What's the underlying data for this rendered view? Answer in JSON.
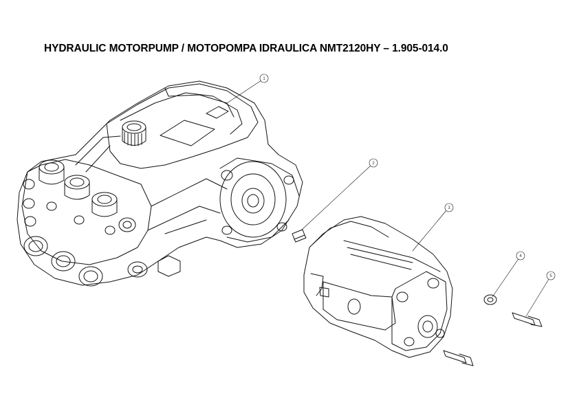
{
  "document": {
    "title": "HYDRAULIC MOTORPUMP / MOTOPOMPA IDRAULICA NMT2120HY – 1.905-014.0"
  },
  "callouts": [
    "1",
    "2",
    "3",
    "4",
    "5"
  ]
}
